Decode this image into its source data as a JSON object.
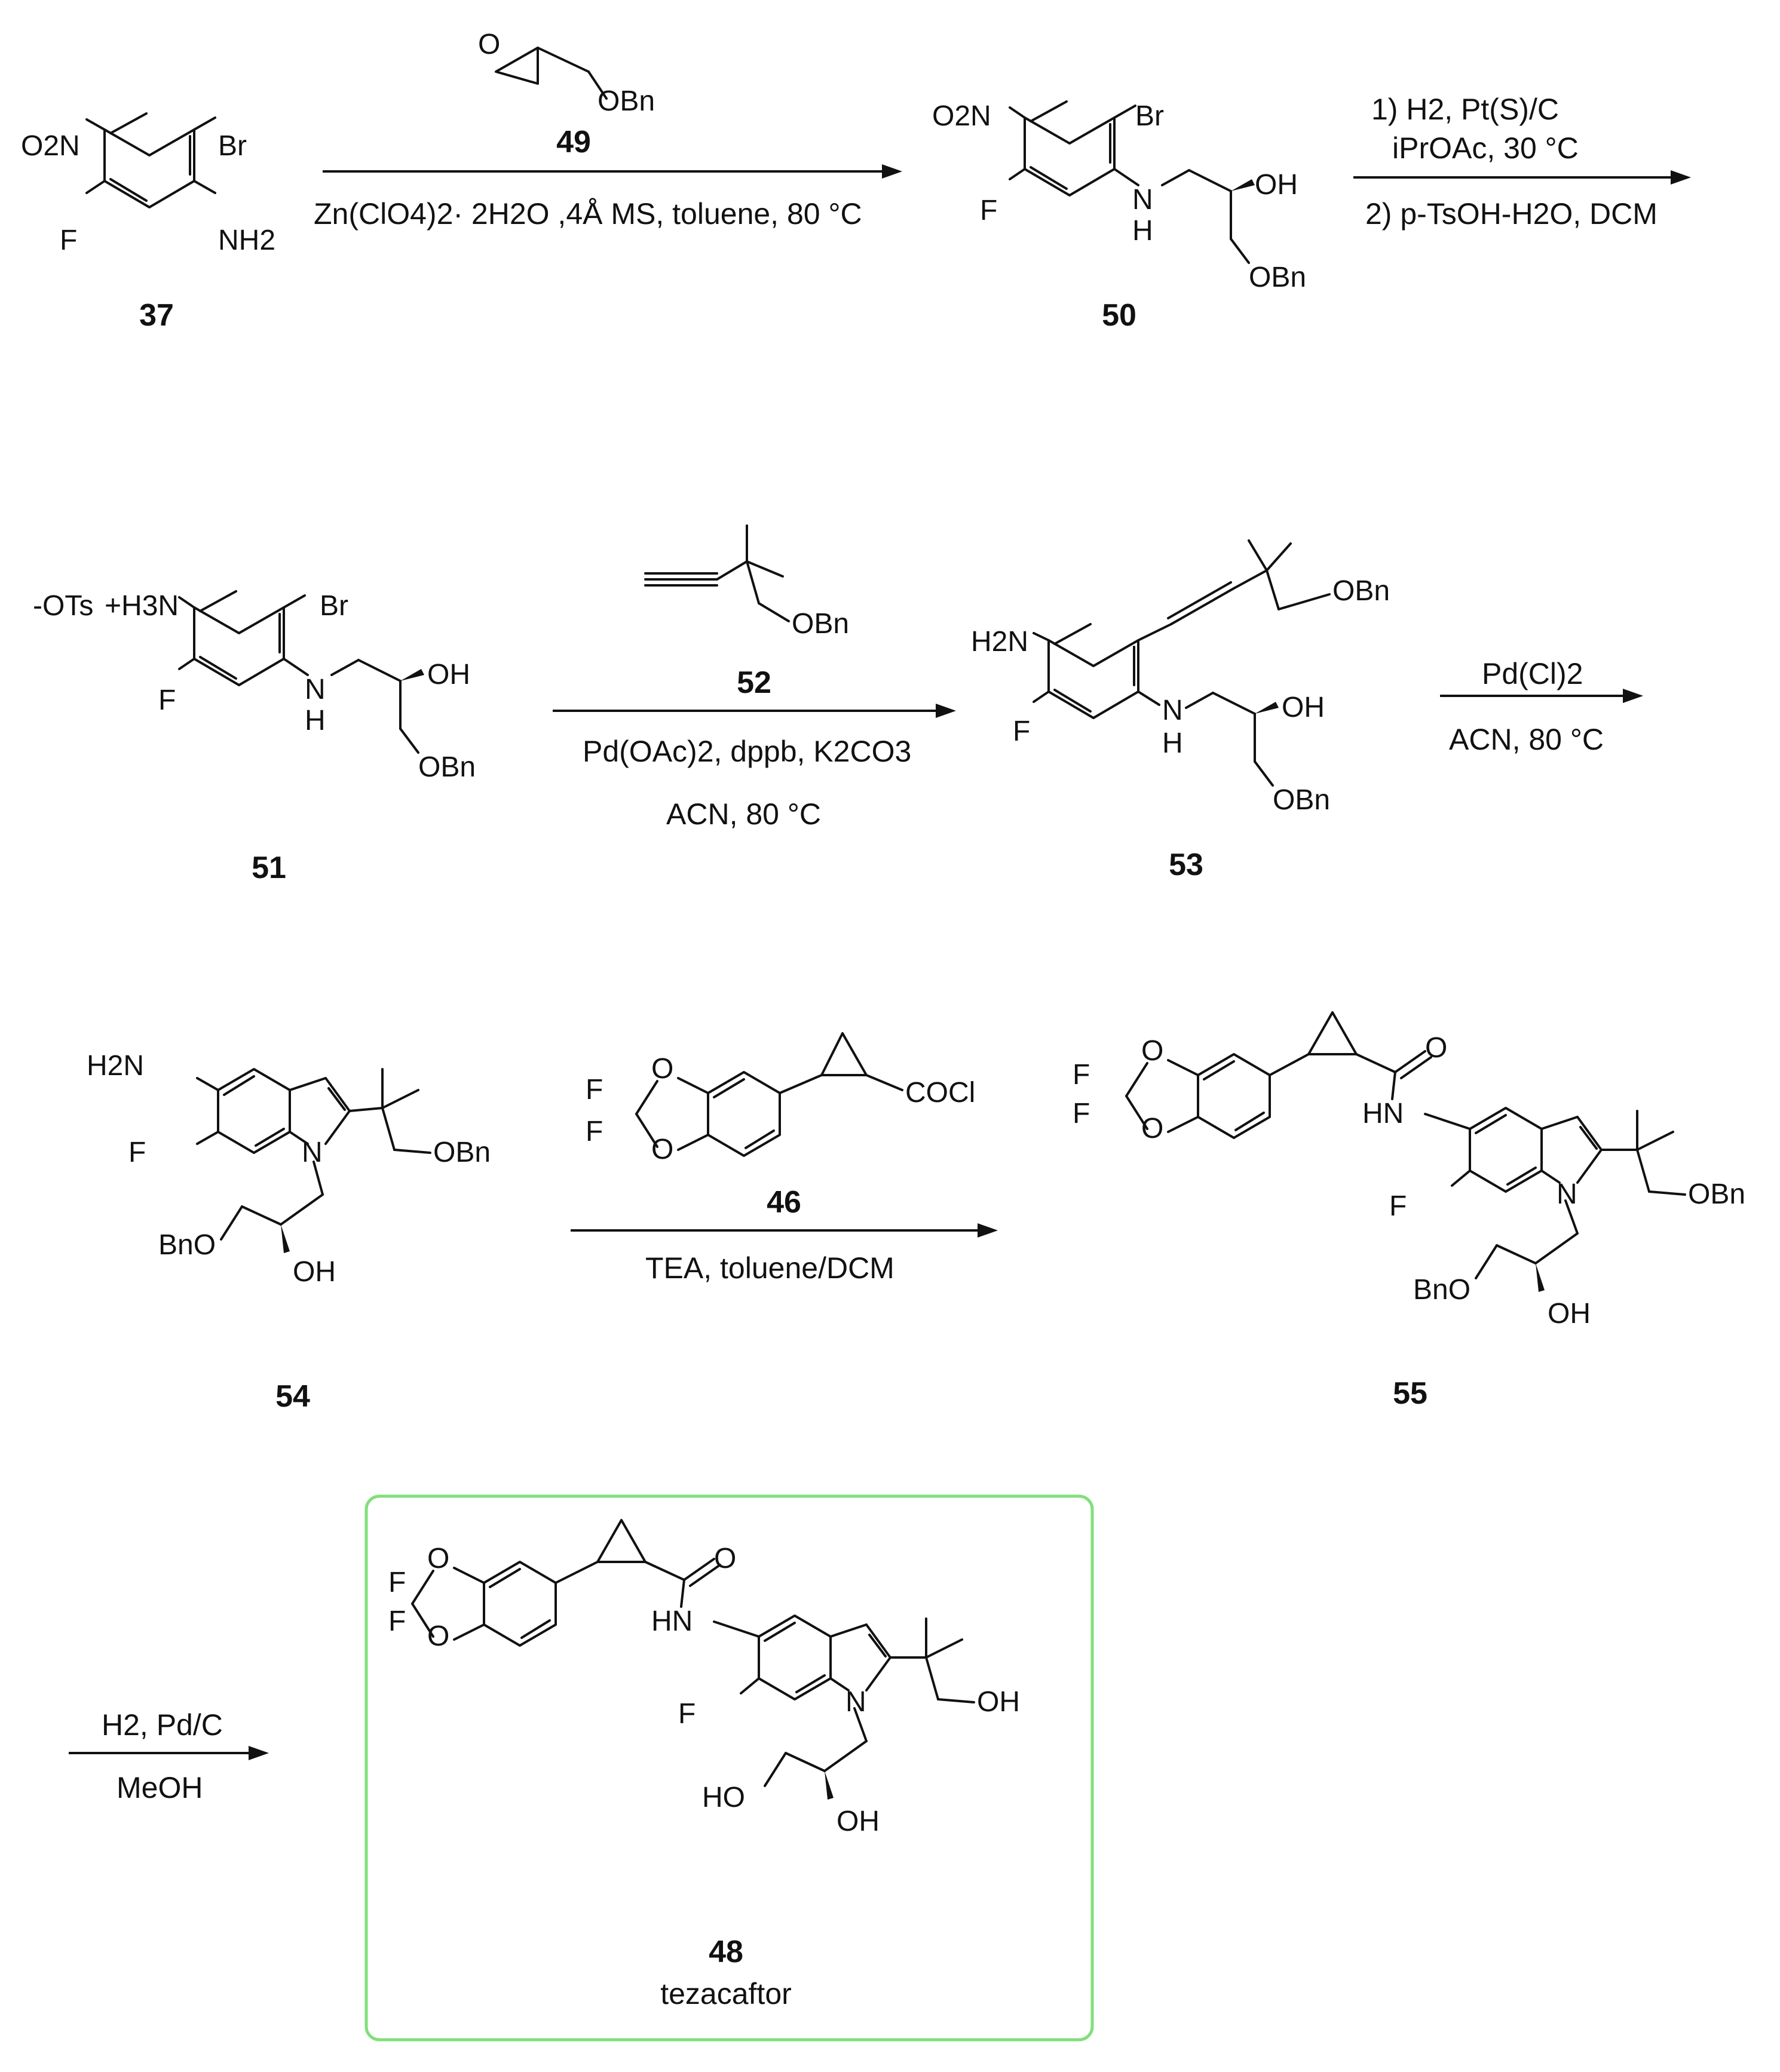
{
  "compounds": {
    "c37": {
      "id": "37"
    },
    "c49": {
      "id": "49"
    },
    "c50": {
      "id": "50"
    },
    "c51": {
      "id": "51"
    },
    "c52": {
      "id": "52"
    },
    "c53": {
      "id": "53"
    },
    "c46": {
      "id": "46"
    },
    "c54": {
      "id": "54"
    },
    "c55": {
      "id": "55"
    },
    "c48": {
      "id": "48",
      "name": "tezacaftor"
    }
  },
  "steps": {
    "step1": {
      "reagent": "49",
      "conditions": "Zn(ClO4)2· 2H2O ,4Å MS, toluene, 80 °C"
    },
    "step2": {
      "line1": "1) H2, Pt(S)/C",
      "line2": "iPrOAc, 30 °C",
      "line3": "2) p-TsOH-H2O, DCM"
    },
    "step3": {
      "reagent": "52",
      "line1": "Pd(OAc)2, dppb, K2CO3",
      "line2": "ACN, 80 °C"
    },
    "step4": {
      "line1": "Pd(Cl)2",
      "line2": "ACN, 80 °C"
    },
    "step5": {
      "reagent": "46",
      "line1": "TEA, toluene/DCM"
    },
    "step6": {
      "line1": "H2, Pd/C",
      "line2": "MeOH"
    }
  },
  "atoms": {
    "O2N": "O2N",
    "Br": "Br",
    "F": "F",
    "NH2": "NH2",
    "H2N": "H2N",
    "N": "N",
    "H": "H",
    "OH": "OH",
    "OBn": "OBn",
    "BnO": "BnO",
    "O": "O",
    "HO": "HO",
    "HN": "HN",
    "COCl": "COCl",
    "OTs": "-OTs",
    "H3N": "+H3N"
  },
  "colors": {
    "highlight_box": "#7fe07a",
    "ink": "#111111"
  }
}
